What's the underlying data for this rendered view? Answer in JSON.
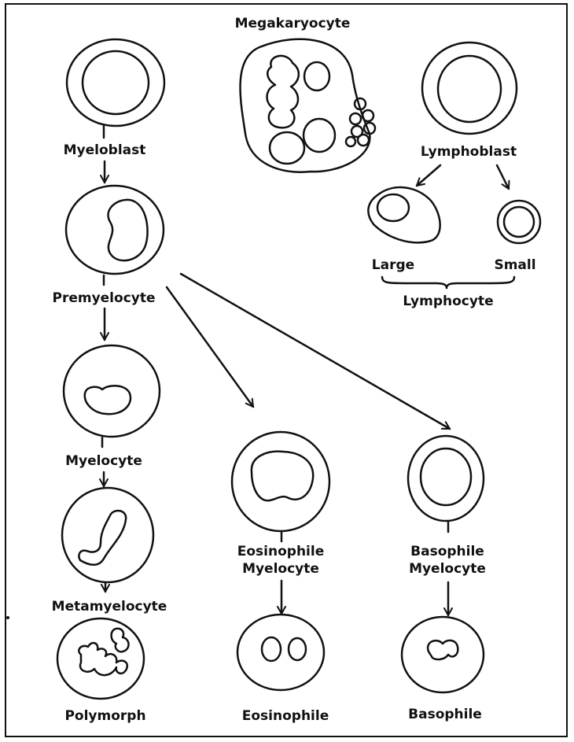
{
  "labels": {
    "megakaryocyte": "Megakaryocyte",
    "myeloblast": "Myeloblast",
    "lymphoblast": "Lymphoblast",
    "large": "Large",
    "small": "Small",
    "lymphocyte": "Lymphocyte",
    "premyelocyte": "Premyelocyte",
    "myelocyte": "Myelocyte",
    "eosinophile_myelocyte": [
      "Eosinophile",
      "Myelocyte"
    ],
    "basophile_myelocyte": [
      "Basophile",
      "Myelocyte"
    ],
    "metamyelocyte": "Metamyelocyte",
    "polymorph": "Polymorph",
    "eosinophile": "Eosinophile",
    "basophile": "Basophile"
  },
  "colors": {
    "ink": "#111111",
    "paper": "#ffffff"
  }
}
